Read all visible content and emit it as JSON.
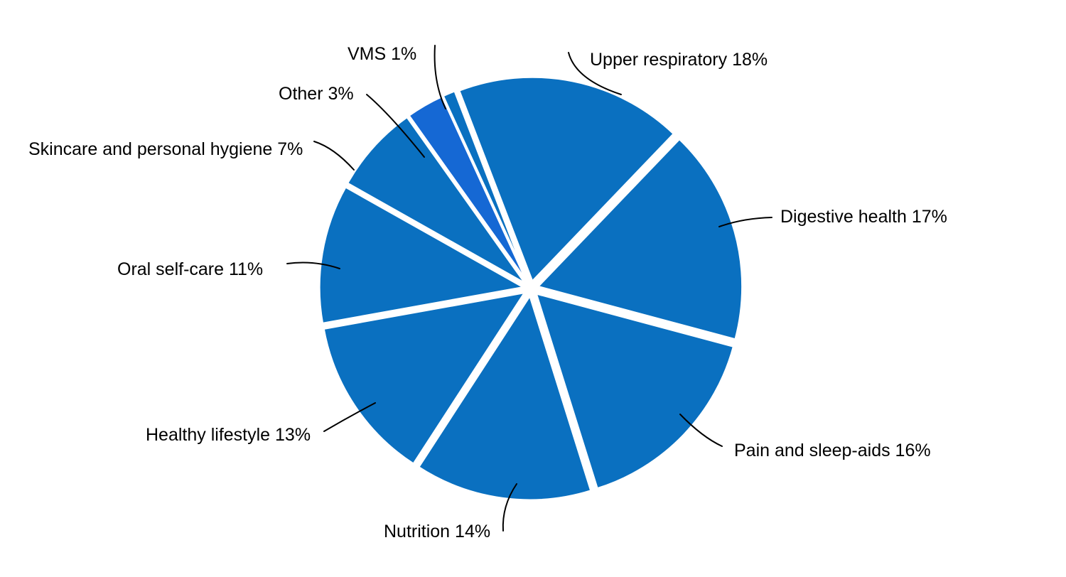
{
  "chart_data": {
    "type": "pie",
    "title": "",
    "unit": "%",
    "background_color": "#ffffff",
    "label_color": "#000000",
    "leader_line_color": "#000000",
    "start_angle_deg_from_top": -21,
    "direction": "clockwise",
    "exploded": true,
    "legend": "none (direct labels with leader lines)",
    "colors": {
      "main_blue": "#0a70c0",
      "highlight_blue": "#1568d4"
    },
    "slices": [
      {
        "label": "Upper respiratory",
        "value": 18,
        "display": "Upper respiratory 18%",
        "color": "#0a70c0"
      },
      {
        "label": "Digestive health",
        "value": 17,
        "display": "Digestive health 17%",
        "color": "#0a70c0"
      },
      {
        "label": "Pain and sleep-aids",
        "value": 16,
        "display": "Pain and sleep-aids 16%",
        "color": "#0a70c0"
      },
      {
        "label": "Nutrition",
        "value": 14,
        "display": "Nutrition 14%",
        "color": "#0a70c0"
      },
      {
        "label": "Healthy lifestyle",
        "value": 13,
        "display": "Healthy lifestyle 13%",
        "color": "#0a70c0"
      },
      {
        "label": "Oral self-care",
        "value": 11,
        "display": "Oral self-care 11%",
        "color": "#0a70c0"
      },
      {
        "label": "Skincare and personal hygiene",
        "value": 7,
        "display": "Skincare and personal hygiene 7%",
        "color": "#0a70c0"
      },
      {
        "label": "Other",
        "value": 3,
        "display": "Other 3%",
        "color": "#1568d4"
      },
      {
        "label": "VMS",
        "value": 1,
        "display": "VMS 1%",
        "color": "#0a70c0"
      }
    ]
  }
}
